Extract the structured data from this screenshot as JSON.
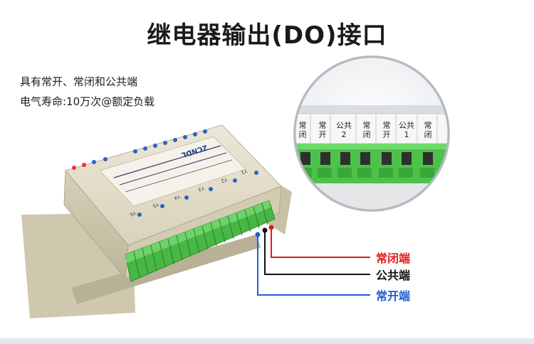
{
  "title": "继电器输出(DO)接口",
  "features": [
    "具有常开、常闭和公共端",
    "电气寿命:10万次@额定负载"
  ],
  "terminal_labels": [
    {
      "line1": "常",
      "line2": "闭"
    },
    {
      "line1": "常",
      "line2": "开"
    },
    {
      "line1": "公共",
      "line2": "2"
    },
    {
      "line1": "常",
      "line2": "闭"
    },
    {
      "line1": "常",
      "line2": "开"
    },
    {
      "line1": "公共",
      "line2": "1"
    },
    {
      "line1": "常",
      "line2": "闭"
    }
  ],
  "legend": {
    "normally_closed": "常闭端",
    "common": "公共端",
    "normally_open": "常开端"
  },
  "device": {
    "brand": "ZCNDL",
    "output_labels": [
      "Y1",
      "Y2",
      "Y3",
      "Y4",
      "Y5",
      "Y6"
    ]
  },
  "colors": {
    "normally_closed": "#e11b1b",
    "common": "#111111",
    "normally_open": "#1f5fd6",
    "terminal_green": "#4cc24a",
    "enclosure": "#e2dcc8"
  }
}
